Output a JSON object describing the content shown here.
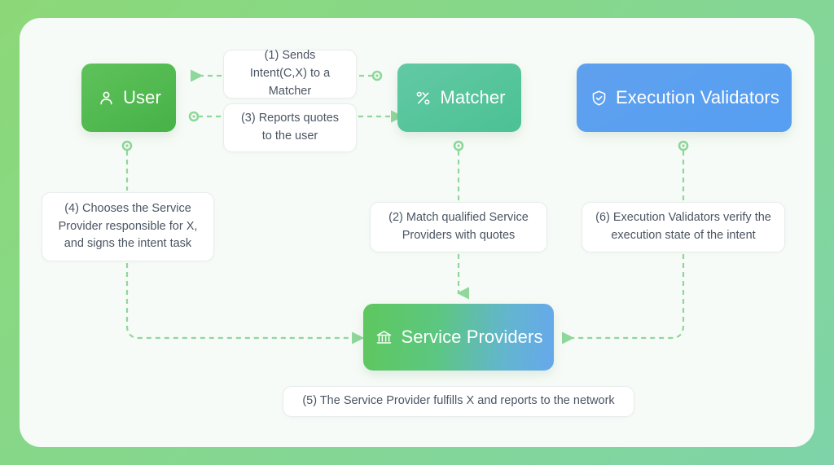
{
  "diagram": {
    "title": "Intent flow between User, Matcher, Execution Validators and Service Providers",
    "canvas_background": "#8cd878",
    "card_background": "#f7fbf7",
    "connector_color": "#8fd79a"
  },
  "nodes": [
    {
      "id": "user",
      "label": "User",
      "icon": "user-icon",
      "color_start": "#5ec25a",
      "color_end": "#46b247"
    },
    {
      "id": "matcher",
      "label": "Matcher",
      "icon": "percent-match-icon",
      "color_start": "#62c9a4",
      "color_end": "#4cc195"
    },
    {
      "id": "validators",
      "label": "Execution Validators",
      "icon": "shield-check-icon",
      "color_start": "#5fa0ee",
      "color_end": "#569ff2"
    },
    {
      "id": "providers",
      "label": "Service Providers",
      "icon": "bank-icon",
      "color_start": "#5ec75e",
      "color_end": "#66a8ec"
    }
  ],
  "steps": [
    {
      "number": "(1)",
      "text": "(1) Sends Intent(C,X) to a Matcher",
      "from": "matcher",
      "to": "user"
    },
    {
      "number": "(2)",
      "text": "(2) Match qualified Service Providers with quotes",
      "from": "matcher",
      "to": "providers"
    },
    {
      "number": "(3)",
      "text": "(3) Reports quotes to the user",
      "from": "user",
      "to": "matcher"
    },
    {
      "number": "(4)",
      "text": "(4) Chooses the Service Provider responsible for X, and signs the intent task",
      "from": "user",
      "to": "providers"
    },
    {
      "number": "(5)",
      "text": "(5) The Service Provider fulfills X and reports to the network",
      "from": "providers",
      "to": "network"
    },
    {
      "number": "(6)",
      "text": "(6) Execution Validators verify the execution state of the intent",
      "from": "validators",
      "to": "providers"
    }
  ]
}
